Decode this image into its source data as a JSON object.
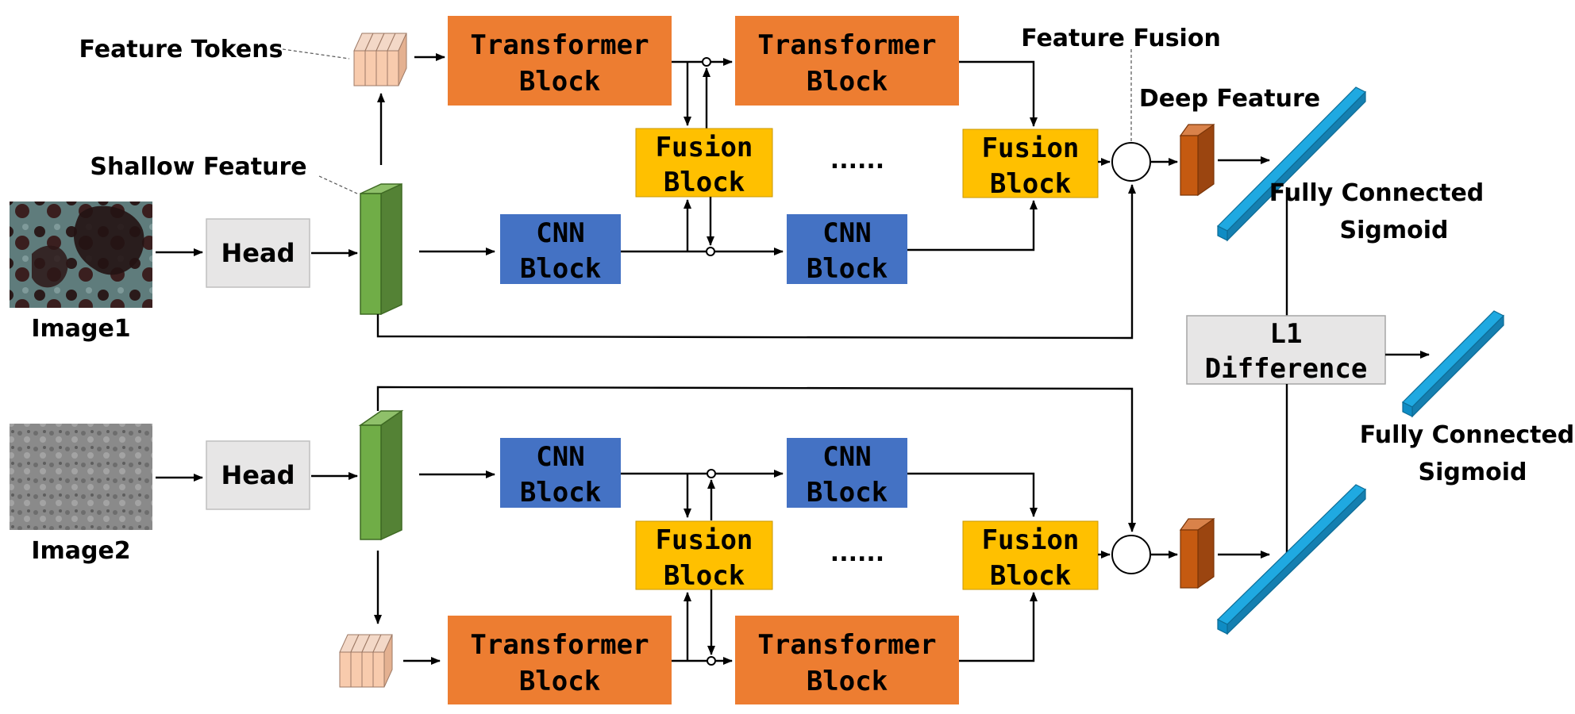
{
  "labels": {
    "feature_tokens": "Feature Tokens",
    "shallow_feature": "Shallow Feature",
    "feature_fusion": "Feature Fusion",
    "deep_feature": "Deep Feature",
    "fc_sigmoid_top_1": "Fully Connected",
    "fc_sigmoid_top_2": "Sigmoid",
    "fc_sigmoid_right_1": "Fully Connected",
    "fc_sigmoid_right_2": "Sigmoid",
    "ellipsis": "......",
    "image1": "Image1",
    "image2": "Image2"
  },
  "blocks": {
    "head": "Head",
    "transformer_1": "Transformer",
    "transformer_2": "Block",
    "fusion_1": "Fusion",
    "fusion_2": "Block",
    "cnn_1": "CNN",
    "cnn_2": "Block",
    "l1_1": "L1",
    "l1_2": "Difference"
  },
  "colors": {
    "transformer": "#ED7D31",
    "fusion": "#FFC000",
    "cnn": "#4472C4",
    "head": "#E7E6E6",
    "shallow_feature": "#70AD47",
    "deep_feature": "#C55A11",
    "token": "#F8CBAD",
    "fc": "#1FA9E1"
  }
}
